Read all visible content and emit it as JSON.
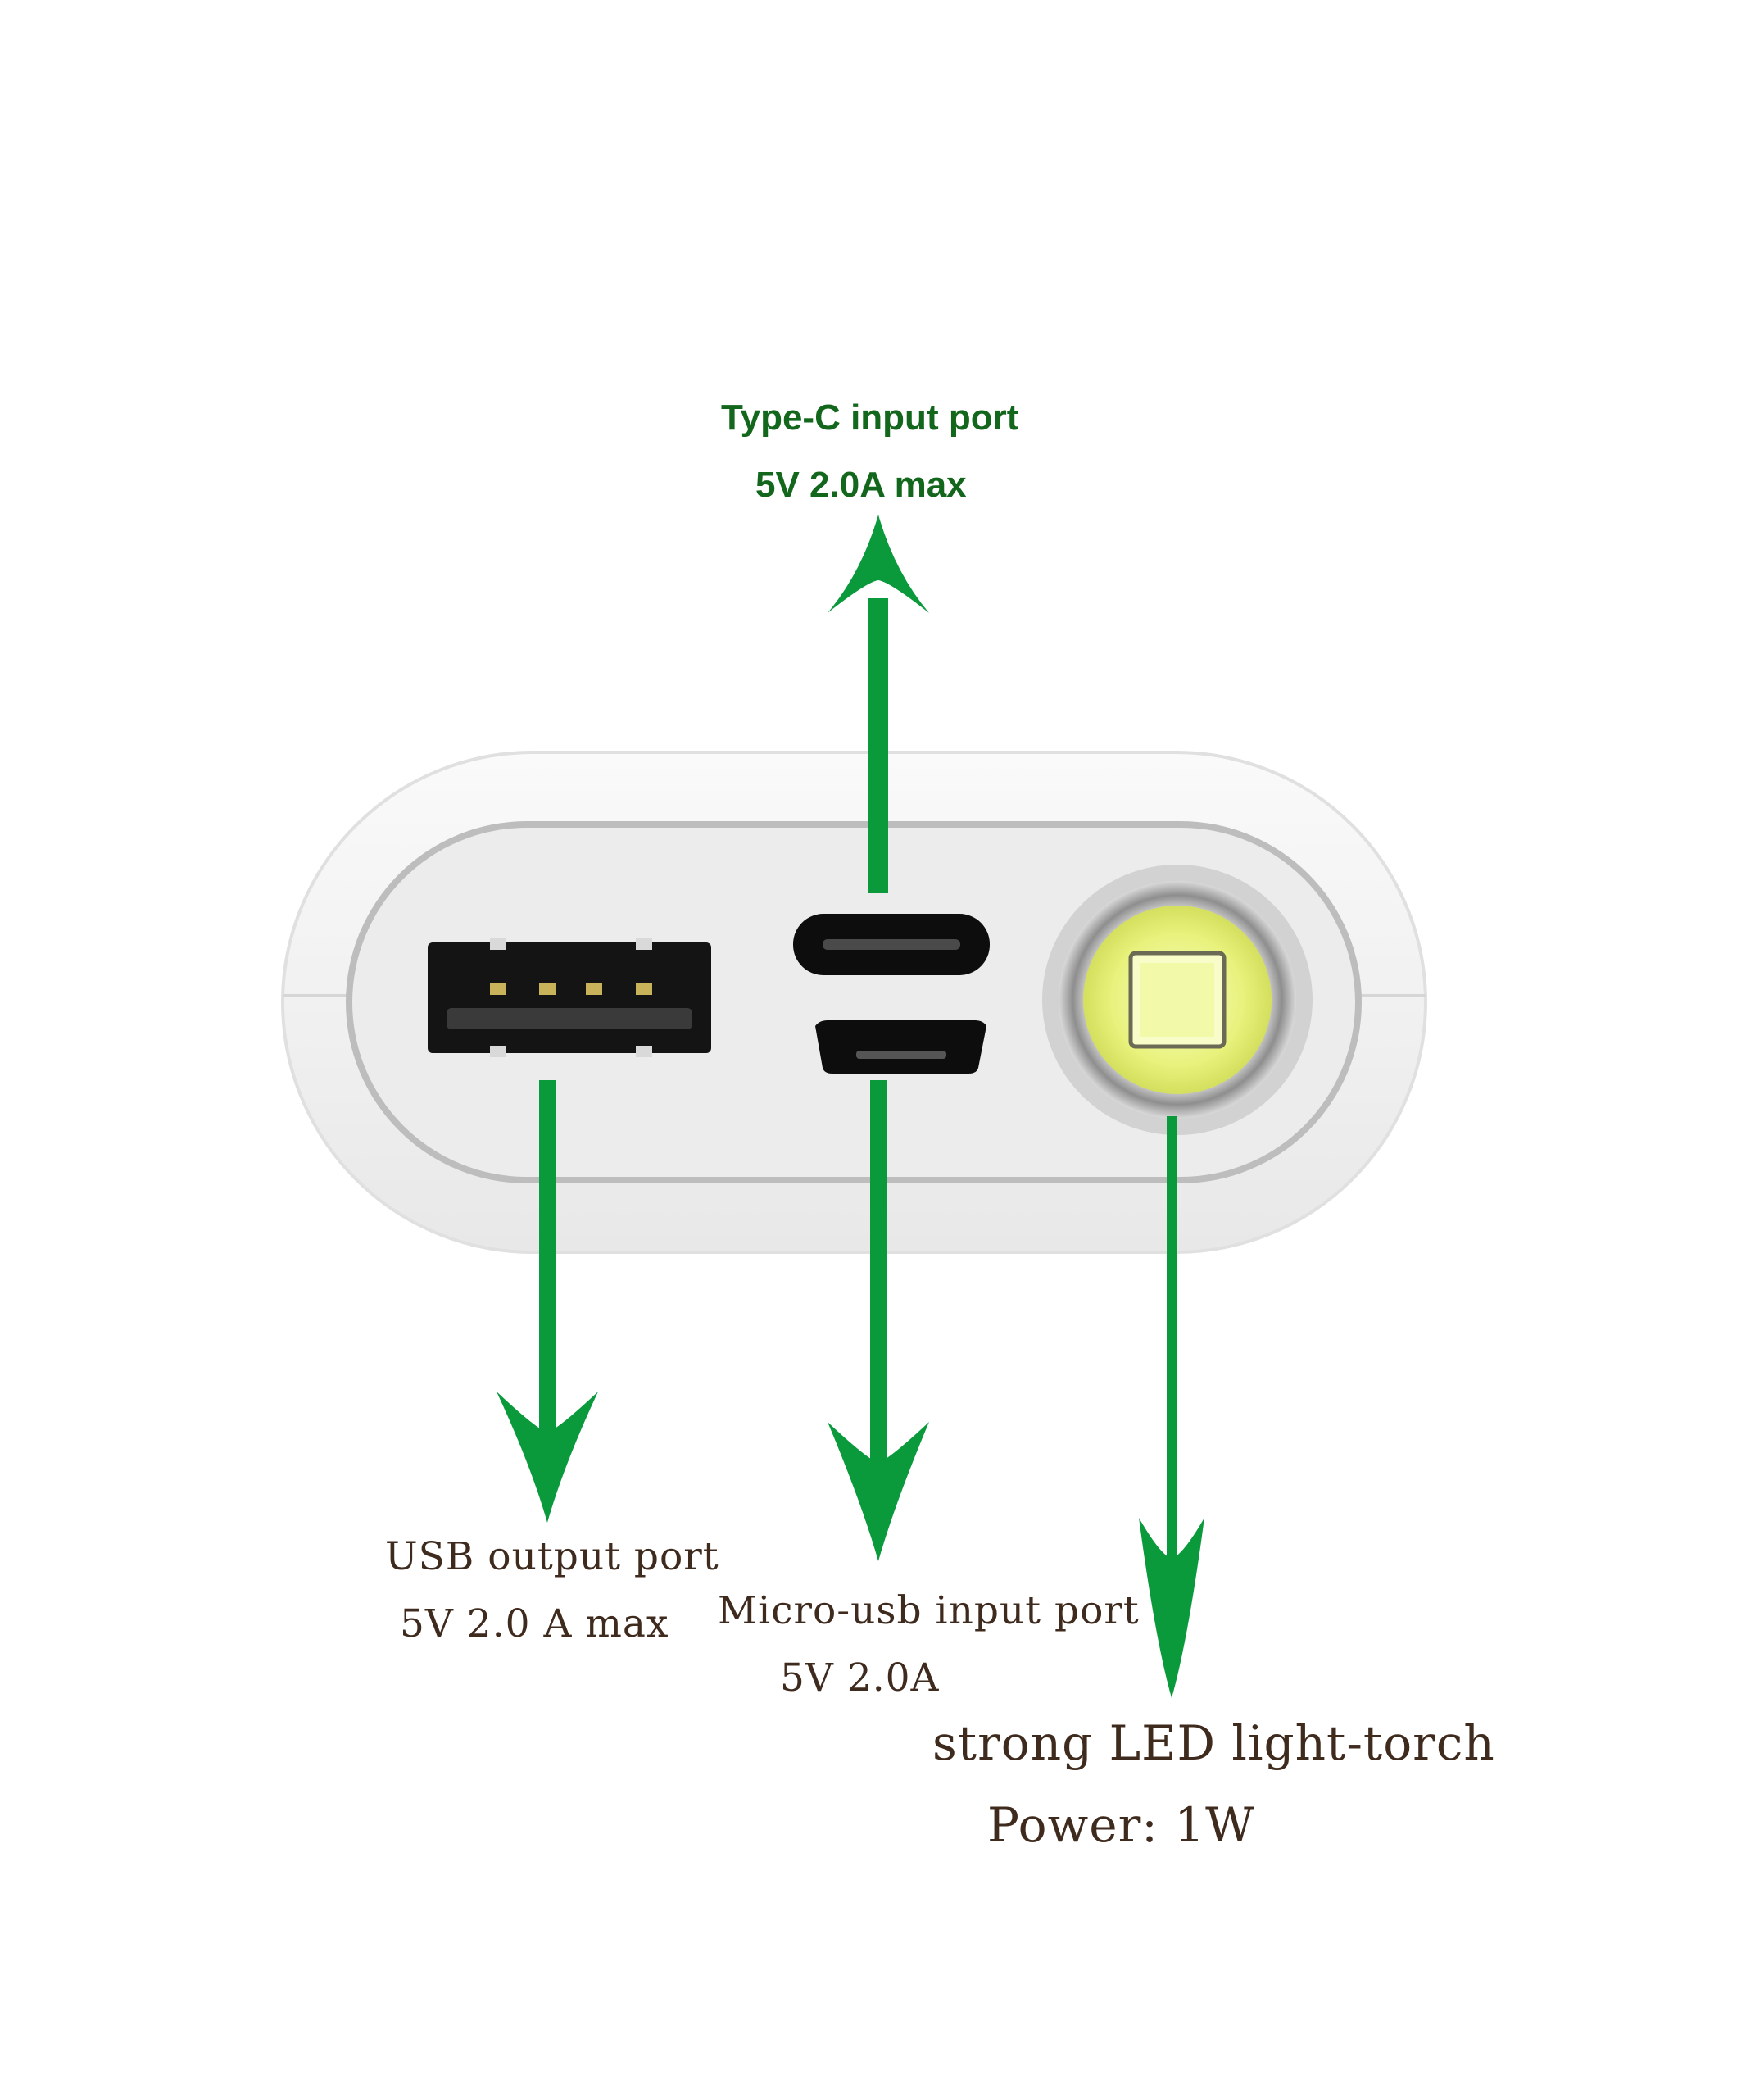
{
  "colors": {
    "arrow": "#0a9a3c",
    "title_green": "#13671c",
    "label_brown": "#3f2a1e",
    "device_shell": "#f3f3f3",
    "device_face": "#eaeaea",
    "port_black": "#111111",
    "led_yellow": "#e6f28a"
  },
  "labels": {
    "typec": {
      "line1": "Type-C input port",
      "line2": "5V 2.0A max",
      "icon": "up-arrow-icon"
    },
    "usb": {
      "line1": "USB output port",
      "line2": "5V 2.0 A max",
      "icon": "down-arrow-icon"
    },
    "micro": {
      "line1": "Micro-usb input port",
      "line2": "5V 2.0A",
      "icon": "down-arrow-icon"
    },
    "led": {
      "line1": "strong  LED light-torch",
      "line2": "Power: 1W",
      "icon": "down-arrow-icon"
    }
  }
}
